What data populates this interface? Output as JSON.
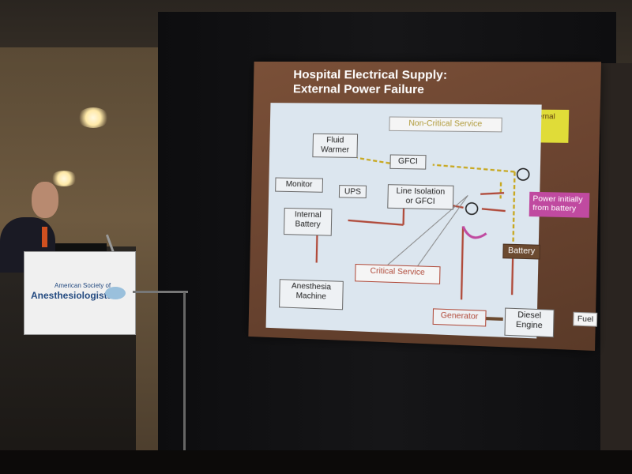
{
  "slide": {
    "title": "Hospital Electrical Supply:\nExternal Power Failure",
    "external_grid": "External\nGrid",
    "non_critical_service": "Non-Critical Service",
    "critical_service": "Critical Service",
    "fluid_warmer": "Fluid\nWarmer",
    "gfci": "GFCI",
    "monitor": "Monitor",
    "ups": "UPS",
    "line_isolation": "Line Isolation\nor GFCI",
    "internal_battery": "Internal\nBattery",
    "anesthesia_machine": "Anesthesia\nMachine",
    "battery": "Battery",
    "power_note": "Power initially\nfrom battery",
    "generator": "Generator",
    "diesel_engine": "Diesel\nEngine",
    "fuel": "Fuel"
  },
  "podium_sign": {
    "org_top": "American Society of",
    "org_main": "Anesthesiologists"
  },
  "colors": {
    "critical_red": "#b04a3a",
    "noncritical_gold": "#c8a820",
    "slide_brown": "#6b4430",
    "diagram_bg": "#dce6ef"
  }
}
